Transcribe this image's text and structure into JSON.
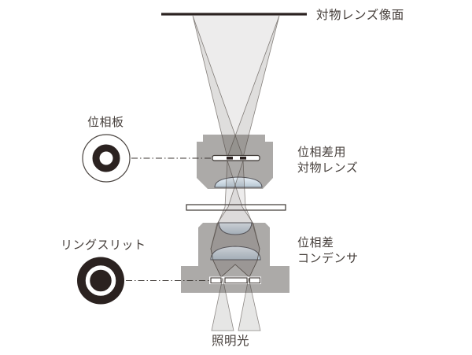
{
  "diagram_title": "phase-contrast-microscope-optical-path",
  "labels": {
    "image_plane": "対物レンズ像面",
    "phase_plate": "位相板",
    "objective_line1": "位相差用",
    "objective_line2": "対物レンズ",
    "condenser_line1": "位相差",
    "condenser_line2": "コンデンサ",
    "ring_slit": "リングスリット",
    "illumination": "照明光"
  },
  "icons": {
    "phase_plate_icon": "phase-plate-ring",
    "ring_slit_icon": "ring-slit-annulus"
  },
  "colors": {
    "ink": "#2b2220",
    "text": "#453e3a",
    "block": "#acaaa8",
    "outline": "#3c3733",
    "ray": "#6e6560",
    "lens-hi": "#e9f1f8",
    "lens-lo": "#b6c6d2"
  }
}
